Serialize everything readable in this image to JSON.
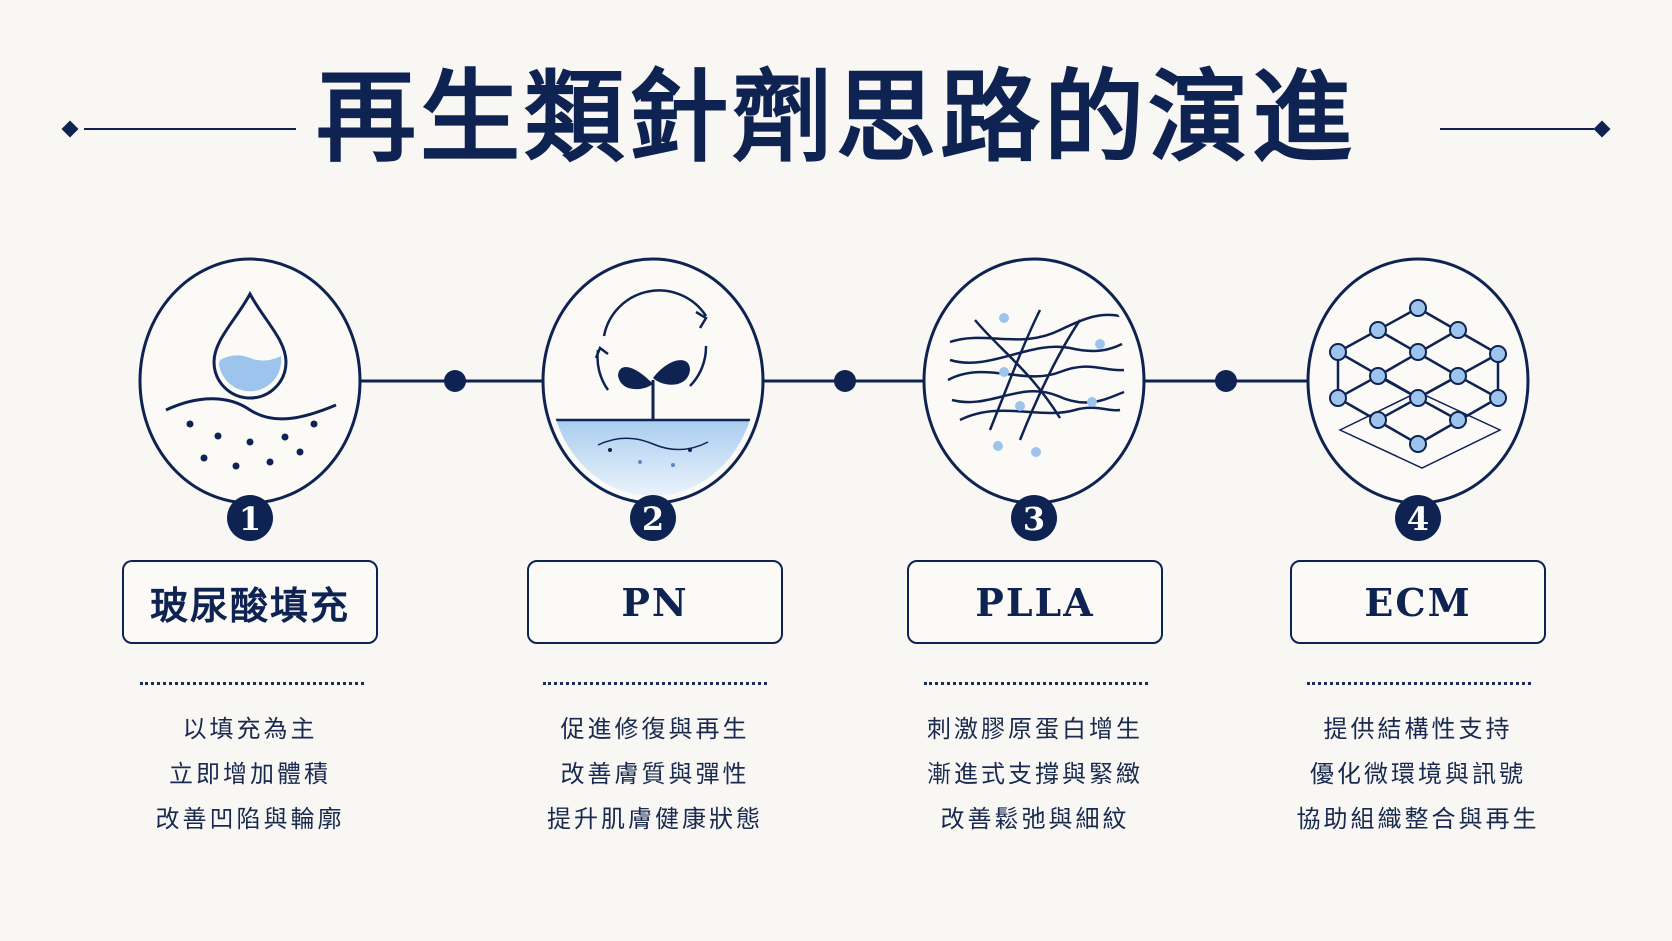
{
  "title": "再生類針劑思路的演進",
  "colors": {
    "navy": "#0f2352",
    "accent_blue": "#9cc4ec",
    "light_blue": "#d4e6f7",
    "background": "#f8f7f4"
  },
  "steps": [
    {
      "number": "1",
      "name": "玻尿酸填充",
      "icon": "water-drop-icon",
      "lines": [
        "以填充為主",
        "立即增加體積",
        "改善凹陷與輪廓"
      ]
    },
    {
      "number": "2",
      "name": "PN",
      "icon": "sprout-cycle-icon",
      "lines": [
        "促進修復與再生",
        "改善膚質與彈性",
        "提升肌膚健康狀態"
      ]
    },
    {
      "number": "3",
      "name": "PLLA",
      "icon": "fiber-network-icon",
      "lines": [
        "刺激膠原蛋白增生",
        "漸進式支撐與緊緻",
        "改善鬆弛與細紋"
      ]
    },
    {
      "number": "4",
      "name": "ECM",
      "icon": "scaffold-lattice-icon",
      "lines": [
        "提供結構性支持",
        "優化微環境與訊號",
        "協助組織整合與再生"
      ]
    }
  ]
}
